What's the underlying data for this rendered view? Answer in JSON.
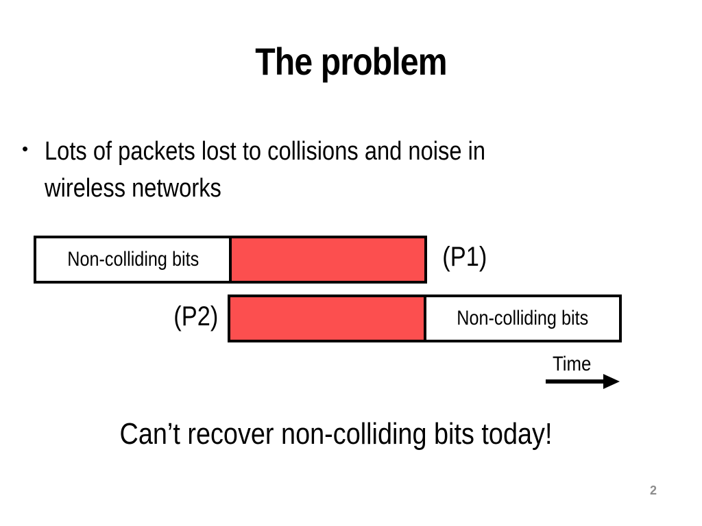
{
  "colors": {
    "collision": "#fc4f4f",
    "slide_number": "#8c8c8c"
  },
  "slide": {
    "title": "The problem",
    "bullets": [
      "Lots of packets lost to collisions and noise in wireless networks"
    ],
    "conclusion": "Can’t recover non-colliding bits today!",
    "page_number": "2"
  },
  "diagram": {
    "packet1": {
      "label": "(P1)",
      "segment_text": "Non-colliding bits"
    },
    "packet2": {
      "label": "(P2)",
      "segment_text": "Non-colliding bits"
    },
    "time_label": "Time"
  }
}
